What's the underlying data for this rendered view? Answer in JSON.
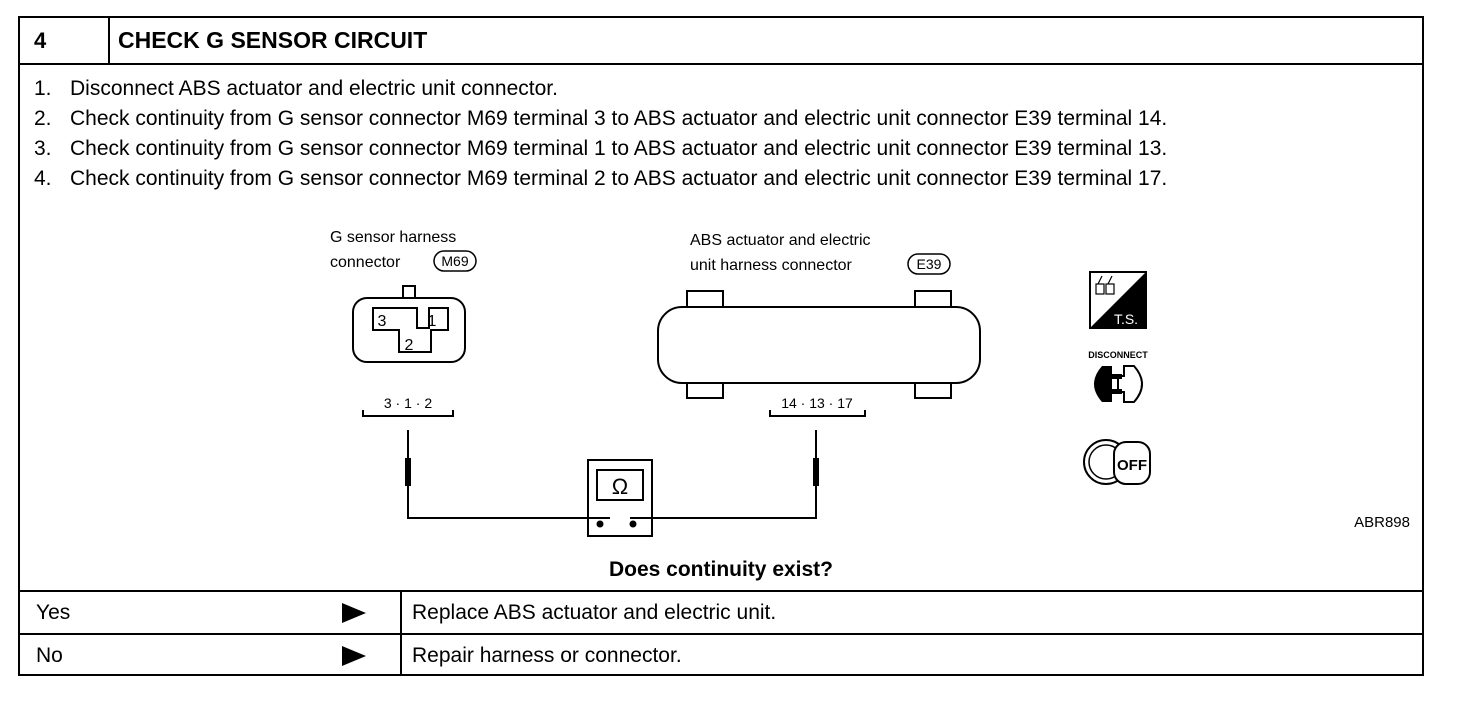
{
  "header": {
    "step_number": "4",
    "title": "CHECK G SENSOR CIRCUIT"
  },
  "steps": [
    {
      "num": "1.",
      "text": "Disconnect ABS actuator and electric unit connector."
    },
    {
      "num": "2.",
      "text": "Check continuity from G sensor connector M69 terminal 3 to ABS actuator and electric unit connector E39 terminal 14."
    },
    {
      "num": "3.",
      "text": "Check continuity from G sensor connector M69 terminal 1 to ABS actuator and electric unit connector E39 terminal 13."
    },
    {
      "num": "4.",
      "text": "Check continuity from G sensor connector M69 terminal 2 to ABS actuator and electric unit connector E39 terminal 17."
    }
  ],
  "diagram": {
    "g_sensor": {
      "label_line1": "G sensor harness",
      "label_line2": "connector",
      "code": "M69",
      "pins": [
        "3",
        "1",
        "2"
      ],
      "terminals": "3 · 1 · 2"
    },
    "abs_unit": {
      "label_line1": "ABS actuator and electric",
      "label_line2": "unit harness connector",
      "code": "E39",
      "terminals": "14 · 13 · 17"
    },
    "meter_symbol": "Ω",
    "icons": {
      "ts_label": "T.S.",
      "disconnect_label": "DISCONNECT",
      "off_label": "OFF"
    },
    "reference": "ABR898"
  },
  "question": "Does continuity exist?",
  "results": [
    {
      "key": "Yes",
      "action": "Replace ABS actuator and electric unit."
    },
    {
      "key": "No",
      "action": "Repair harness or connector."
    }
  ]
}
